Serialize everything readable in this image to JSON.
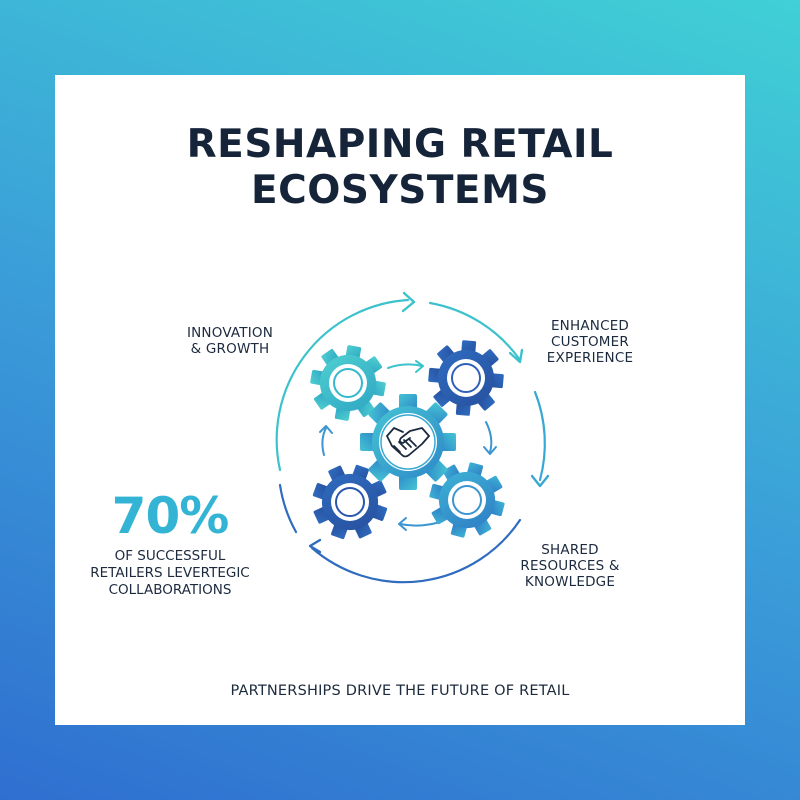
{
  "title": [
    "RESHAPING RETAIL",
    "ECOSYSTEMS"
  ],
  "labels": {
    "innovation": [
      "INNOVATION",
      "& GROWTH"
    ],
    "customer": [
      "ENHANCED",
      "CUSTOMER",
      "EXPERIENCE"
    ],
    "shared": [
      "SHARED",
      "RESOURCES &",
      "KNOWLEDGE"
    ]
  },
  "stat": {
    "value": "70%",
    "caption": [
      "OF SUCCESSFUL",
      "RETAILERS LEVERTEGIC",
      "COLLABORATIONS"
    ]
  },
  "footer": "PARTNERSHIPS DRIVE THE FUTURE OF RETAIL",
  "colors": {
    "teal": "#3cc2cc",
    "blue": "#2f6cc0",
    "dark_blue": "#2a56b0",
    "mid_blue": "#3a95d0",
    "text": "#16243a"
  },
  "icons": [
    "handshake-icon",
    "gear-icon",
    "cycle-arrow-icon"
  ]
}
